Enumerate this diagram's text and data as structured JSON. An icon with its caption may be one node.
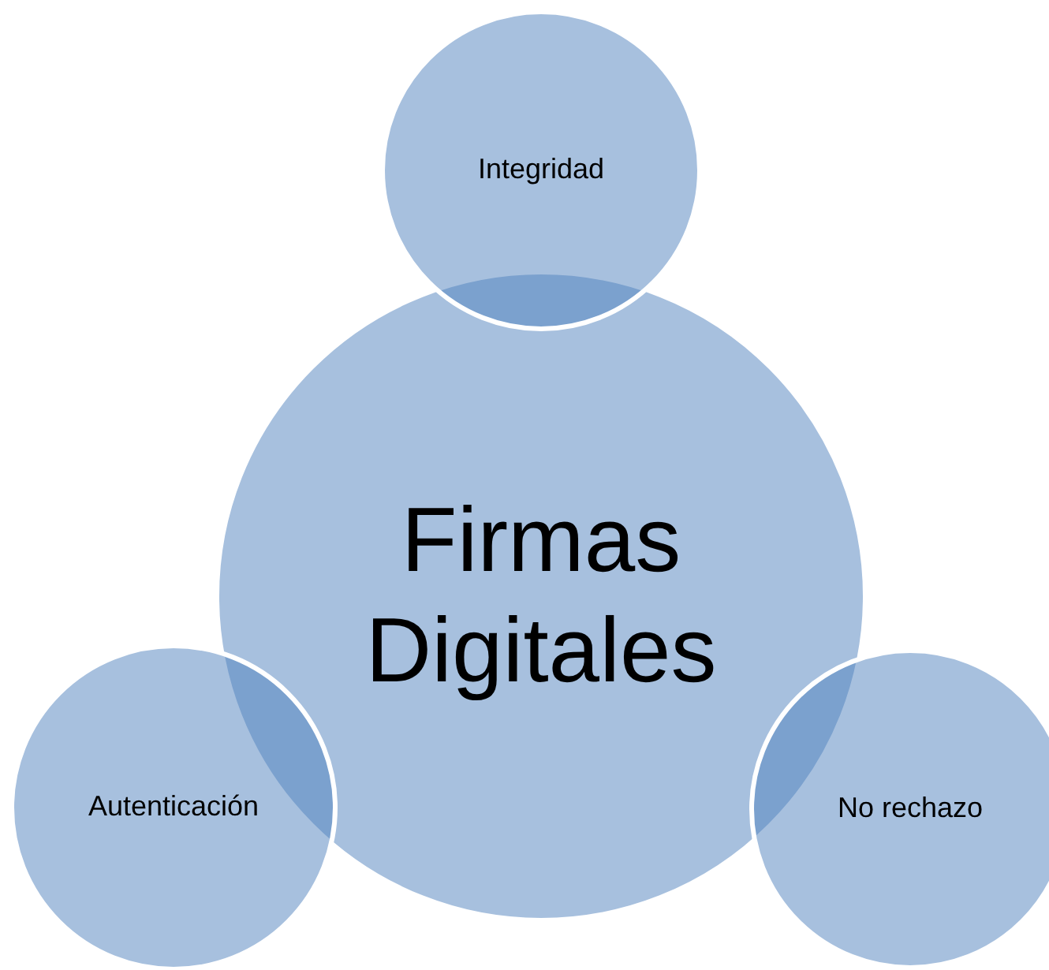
{
  "diagram": {
    "nodes": [
      {
        "text": [
          "Integridad"
        ]
      },
      {
        "text": [
          "Firmas Digitales"
        ]
      },
      {
        "text": [
          "Autenticación"
        ]
      },
      {
        "text": [
          "No rechazo"
        ]
      }
    ]
  }
}
